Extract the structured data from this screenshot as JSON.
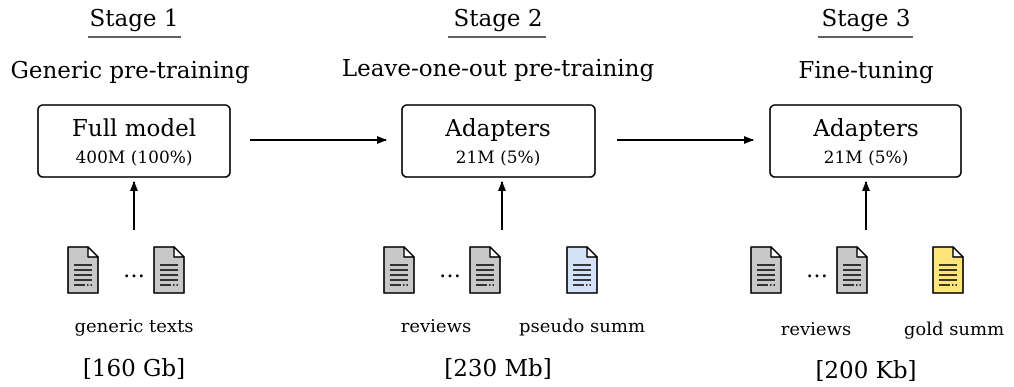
{
  "colors": {
    "doc_review": "#c8c8c8",
    "doc_pseudo": "#d4e2f7",
    "doc_gold": "#fde57a"
  },
  "stages": [
    {
      "title": "Stage 1",
      "subtitle": "Generic pre-training",
      "box_title": "Full model",
      "box_sub": "400M (100%)",
      "doc_label_main": "generic texts",
      "size": "[160 Gb]"
    },
    {
      "title": "Stage 2",
      "subtitle": "Leave-one-out pre-training",
      "box_title": "Adapters",
      "box_sub": "21M (5%)",
      "doc_label_main": "reviews",
      "doc_label_extra": "pseudo summ",
      "size": "[230 Mb]"
    },
    {
      "title": "Stage 3",
      "subtitle": "Fine-tuning",
      "box_title": "Adapters",
      "box_sub": "21M (5%)",
      "doc_label_main": "reviews",
      "doc_label_extra": "gold summ",
      "size": "[200 Kb]"
    }
  ],
  "dots": "…",
  "icons": {
    "document": "document-icon",
    "arrow": "arrow-icon"
  }
}
